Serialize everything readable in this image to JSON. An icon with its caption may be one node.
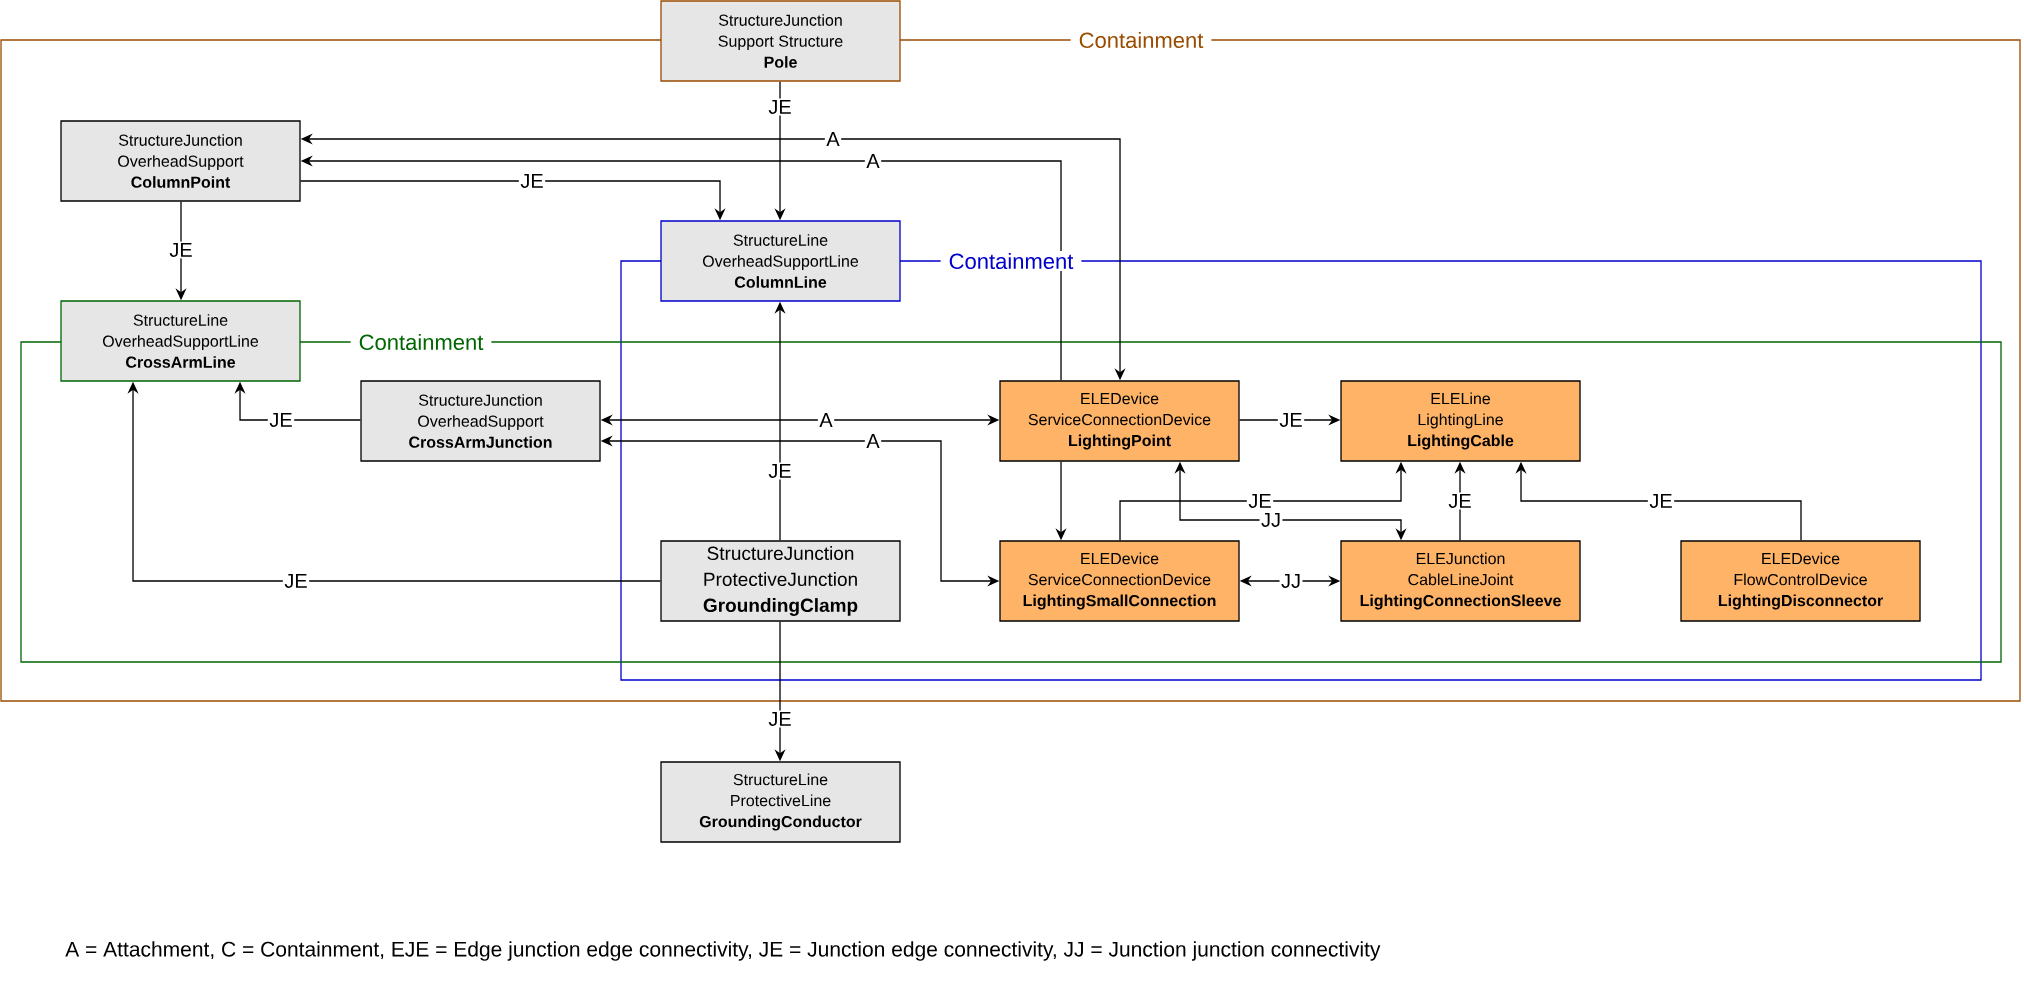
{
  "diagram": {
    "nodes": [
      {
        "text": [
          "StructureJunction",
          "Support Structure",
          "Pole"
        ]
      },
      {
        "text": [
          "StructureJunction",
          "OverheadSupport",
          "ColumnPoint"
        ]
      },
      {
        "text": [
          "StructureLine",
          "OverheadSupportLine",
          "ColumnLine"
        ]
      },
      {
        "text": [
          "StructureLine",
          "OverheadSupportLine",
          "CrossArmLine"
        ]
      },
      {
        "text": [
          "StructureJunction",
          "OverheadSupport",
          "CrossArmJunction"
        ]
      },
      {
        "text": [
          "ELEDevice",
          "ServiceConnectionDevice",
          "LightingPoint"
        ]
      },
      {
        "text": [
          "ELELine",
          "LightingLine",
          "LightingCable"
        ]
      },
      {
        "text": [
          "StructureJunction",
          "ProtectiveJunction",
          "GroundingClamp"
        ]
      },
      {
        "text": [
          "ELEDevice",
          "ServiceConnectionDevice",
          "LightingSmallConnection"
        ]
      },
      {
        "text": [
          "ELEJunction",
          "CableLineJoint",
          "LightingConnectionSleeve"
        ]
      },
      {
        "text": [
          "ELEDevice",
          "FlowControlDevice",
          "LightingDisconnector"
        ]
      },
      {
        "text": [
          "StructureLine",
          "ProtectiveLine",
          "GroundingConductor"
        ]
      }
    ],
    "edges": [
      {
        "from": 0,
        "to": 2,
        "arrow": "to",
        "label": "JE"
      },
      {
        "from": 5,
        "to": 1,
        "arrow": "both",
        "label": "A"
      },
      {
        "from": 5,
        "to": 1,
        "arrow": "to",
        "label": "A"
      },
      {
        "from": 1,
        "to": 2,
        "arrow": "to",
        "label": "JE"
      },
      {
        "from": 1,
        "to": 3,
        "arrow": "to",
        "label": "JE"
      },
      {
        "from": 4,
        "to": 3,
        "arrow": "to",
        "label": "JE"
      },
      {
        "from": 4,
        "to": 5,
        "arrow": "both",
        "label": "A"
      },
      {
        "from": 4,
        "to": 8,
        "arrow": "both",
        "label": "A"
      },
      {
        "from": 7,
        "to": 2,
        "arrow": "to",
        "label": "JE"
      },
      {
        "from": 7,
        "to": 3,
        "arrow": "to",
        "label": "JE"
      },
      {
        "from": 7,
        "to": 11,
        "arrow": "to",
        "label": "JE"
      },
      {
        "from": 5,
        "to": 6,
        "arrow": "to",
        "label": "JE"
      },
      {
        "from": 5,
        "to": 8,
        "arrow": "to"
      },
      {
        "from": 8,
        "to": 6,
        "arrow": "to",
        "label": "JE"
      },
      {
        "from": 5,
        "to": 9,
        "arrow": "both",
        "label": "JJ"
      },
      {
        "from": 8,
        "to": 9,
        "arrow": "both",
        "label": "JJ"
      },
      {
        "from": 9,
        "to": 6,
        "arrow": "to",
        "label": "JE"
      },
      {
        "from": 10,
        "to": 6,
        "arrow": "to",
        "label": "JE"
      }
    ],
    "labels": [
      "Containment",
      "Containment",
      "Containment",
      "A = Attachment, C = Containment, EJE = Edge junction edge connectivity, JE = Junction edge connectivity, JJ = Junction junction connectivity"
    ]
  }
}
